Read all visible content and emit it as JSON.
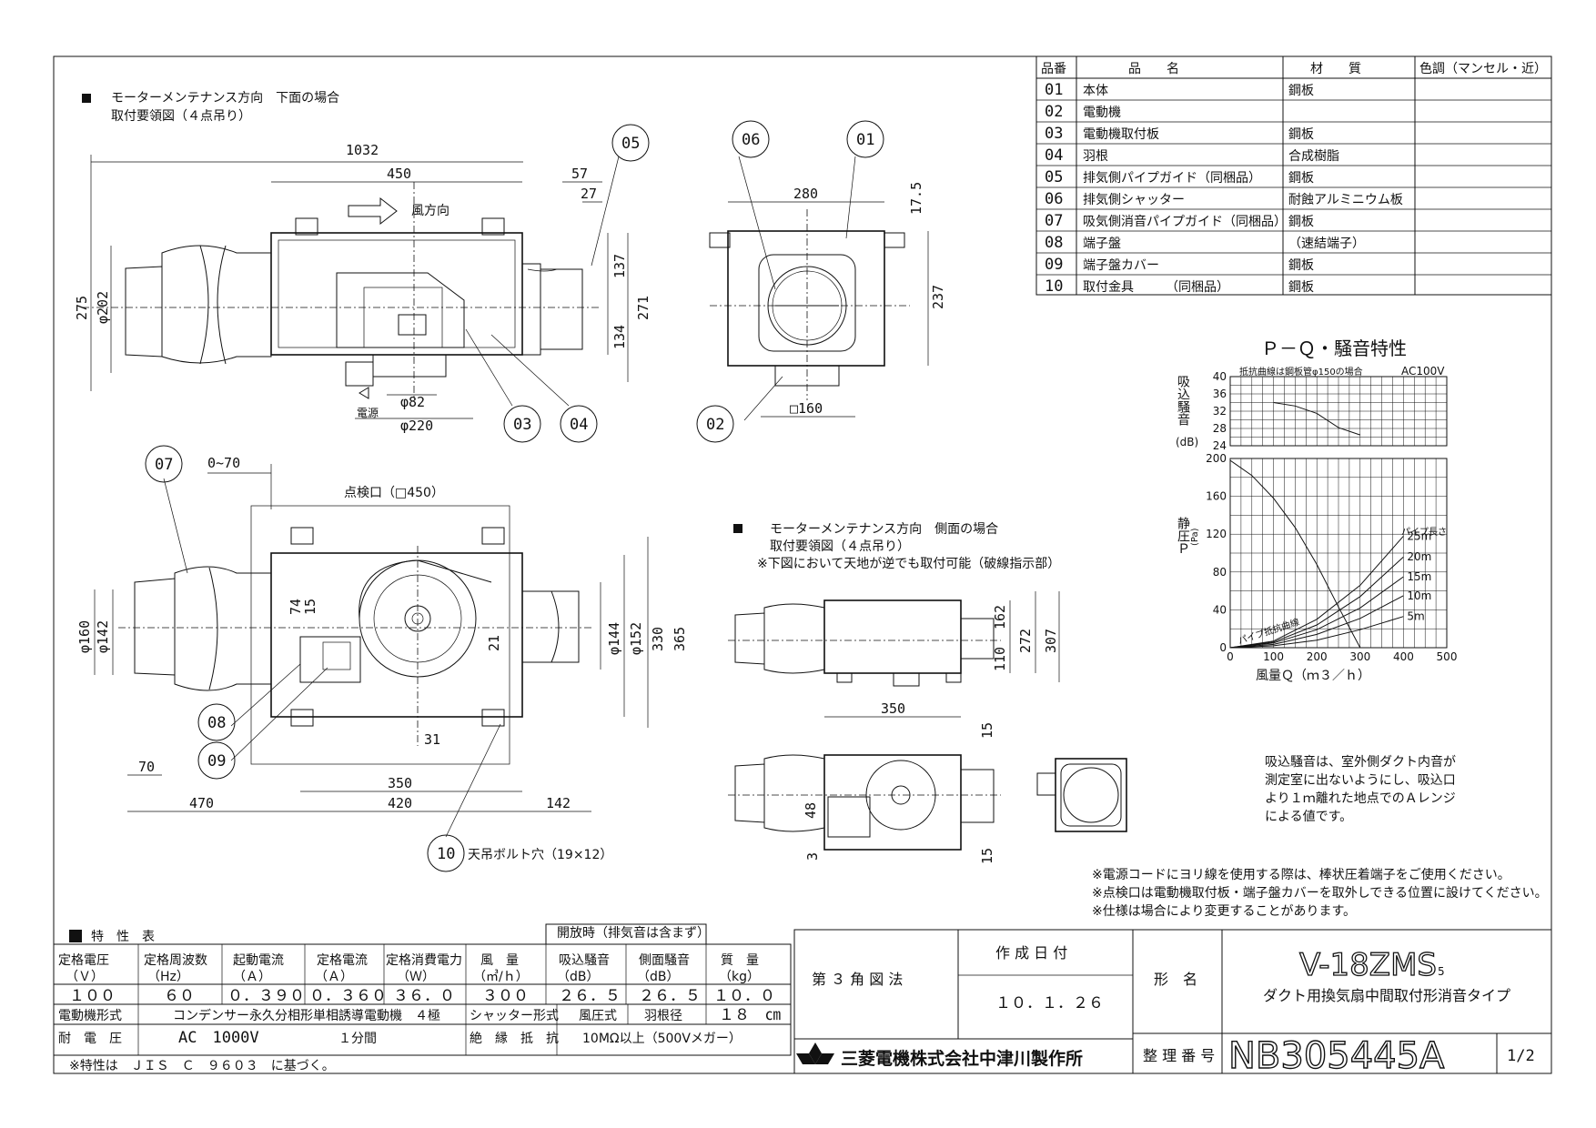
{
  "section1": {
    "title": "モーターメンテナンス方向　下面の場合",
    "subtitle": "取付要領図（４点吊り）",
    "wind_direction": "風方向",
    "power_label": "電源",
    "dims": [
      "1032",
      "450",
      "57",
      "27",
      "275",
      "φ202",
      "137",
      "134",
      "271",
      "φ82",
      "φ220"
    ]
  },
  "front_view": {
    "dims": [
      "280",
      "17.5",
      "237",
      "□160"
    ]
  },
  "section2": {
    "title": "モーターメンテナンス方向　側面の場合",
    "subtitle": "取付要領図（４点吊り）",
    "note": "※下図において天地が逆でも取付可能（破線指示部）",
    "dims": [
      "162",
      "272",
      "110",
      "307",
      "350",
      "15",
      "48",
      "15",
      "3"
    ]
  },
  "plan_view": {
    "inspection": "点検口（□450）",
    "bolt_hole": "天吊ボルト穴（19×12）",
    "dims": [
      "0~70",
      "74",
      "15",
      "21",
      "31",
      "φ160",
      "φ142",
      "φ144",
      "φ152",
      "330",
      "365",
      "70",
      "350",
      "470",
      "420",
      "142"
    ]
  },
  "callouts": [
    "01",
    "02",
    "03",
    "04",
    "05",
    "06",
    "07",
    "08",
    "09",
    "10"
  ],
  "parts_table": {
    "headers": [
      "品番",
      "品　　名",
      "材　　質",
      "色調（マンセル・近）"
    ],
    "rows": [
      [
        "01",
        "本体",
        "鋼板",
        ""
      ],
      [
        "02",
        "電動機",
        "",
        ""
      ],
      [
        "03",
        "電動機取付板",
        "鋼板",
        ""
      ],
      [
        "04",
        "羽根",
        "合成樹脂",
        ""
      ],
      [
        "05",
        "排気側パイプガイド（同梱品）",
        "鋼板",
        ""
      ],
      [
        "06",
        "排気側シャッター",
        "耐蝕アルミニウム板",
        ""
      ],
      [
        "07",
        "吸気側消音パイプガイド（同梱品）",
        "鋼板",
        ""
      ],
      [
        "08",
        "端子盤",
        "（速結端子）",
        ""
      ],
      [
        "09",
        "端子盤カバー",
        "鋼板",
        ""
      ],
      [
        "10",
        "取付金具　　　（同梱品）",
        "鋼板",
        ""
      ]
    ]
  },
  "chart_data": {
    "type": "line",
    "title": "Ｐ－Ｑ・騒音特性",
    "note": "抵抗曲線は鋼板管φ150の場合",
    "voltage": "AC100V",
    "noise_axis_label": "吸込騒音",
    "noise_unit": "(dB)",
    "noise_ylim": [
      24,
      40
    ],
    "noise_ticks": [
      "40",
      "36",
      "32",
      "28",
      "24"
    ],
    "pressure_axis_label": "静圧Ｐ",
    "pressure_unit": "(Pa)",
    "pressure_ylim": [
      0,
      200
    ],
    "pressure_ticks": [
      "200",
      "160",
      "120",
      "80",
      "40",
      "0"
    ],
    "xlabel": "風量Ｑ（ｍ３／ｈ）",
    "xlim": [
      0,
      500
    ],
    "x_ticks": [
      "0",
      "100",
      "200",
      "300",
      "400",
      "500"
    ],
    "pipe_length_label": "パイプ長さ",
    "pipe_resistance_label": "パイプ抵抗曲線",
    "noise_curve": {
      "x": [
        100,
        150,
        200,
        250,
        300
      ],
      "y": [
        34,
        33.2,
        31.5,
        28.2,
        26.5
      ]
    },
    "pq_curve": {
      "x": [
        0,
        50,
        100,
        150,
        200,
        250,
        300
      ],
      "y": [
        198,
        182,
        158,
        127,
        88,
        43,
        0
      ]
    },
    "resistance_curves": [
      {
        "name": "25m",
        "x": [
          0,
          100,
          200,
          300,
          400
        ],
        "y": [
          0,
          7,
          30,
          66,
          118
        ]
      },
      {
        "name": "20m",
        "x": [
          0,
          100,
          200,
          300,
          400
        ],
        "y": [
          0,
          6,
          24,
          54,
          96
        ]
      },
      {
        "name": "15m",
        "x": [
          0,
          100,
          200,
          300,
          400
        ],
        "y": [
          0,
          5,
          19,
          42,
          75
        ]
      },
      {
        "name": "10m",
        "x": [
          0,
          100,
          200,
          300,
          400
        ],
        "y": [
          0,
          3.5,
          14,
          31,
          55
        ]
      },
      {
        "name": "5m",
        "x": [
          0,
          100,
          200,
          300,
          400
        ],
        "y": [
          0,
          2,
          8,
          19,
          33
        ]
      }
    ]
  },
  "noise_note": [
    "吸込騒音は、室外側ダクト内音が",
    "測定室に出ないようにし、吸込口",
    "より１ｍ離れた地点でのＡレンジ",
    "による値です。"
  ],
  "notes": [
    "※電源コードにヨリ線を使用する際は、棒状圧着端子をご使用ください。",
    "※点検口は電動機取付板・端子盤カバーを取外しできる位置に設けてください。",
    "※仕様は場合により変更することがあります。"
  ],
  "spec_table": {
    "title": "特　性　表",
    "open_note": "開放時（排気音は含まず）",
    "headers": [
      "定格電圧",
      "定格周波数",
      "起動電流",
      "定格電流",
      "定格消費電力",
      "風　量",
      "吸込騒音",
      "側面騒音",
      "質　量"
    ],
    "units": [
      "（Ｖ）",
      "（Hz）",
      "（Ａ）",
      "（Ａ）",
      "（Ｗ）",
      "（㎥/ｈ）",
      "（dB）",
      "（dB）",
      "（kg）"
    ],
    "values": [
      "１００",
      "６０",
      "０．３９０",
      "０．３６０",
      "３６．０",
      "３００",
      "２６．５",
      "２６．５",
      "１０．０"
    ],
    "motor_label": "電動機形式",
    "motor_value": "コンデンサー永久分相形単相誘導電動機　４極",
    "shutter_label": "シャッター形式",
    "shutter_value": "風圧式",
    "blade_label": "羽根径",
    "blade_value": "１８　㎝",
    "voltage_label": "耐　電　圧",
    "voltage_value": "AC　1000V",
    "voltage_time": "１分間",
    "insulation_label": "絶　縁　抵　抗",
    "insulation_value": "10MΩ以上（500Vメガー）",
    "footnote": "※特性は　ＪＩＳ　Ｃ　９６０３　に基づく。"
  },
  "title_block": {
    "projection": "第 ３ 角 図 法",
    "date_label": "作 成 日 付",
    "date_value": "１０．１．２６",
    "model_label": "形　名",
    "model": "V-18ZMS",
    "model_sub": "5",
    "model_desc": "ダクト用換気扇中間取付形消音タイプ",
    "company": "三菱電機株式会社中津川製作所",
    "number_label": "整 理 番 号",
    "number": "NB305445A",
    "page": "1/2"
  }
}
